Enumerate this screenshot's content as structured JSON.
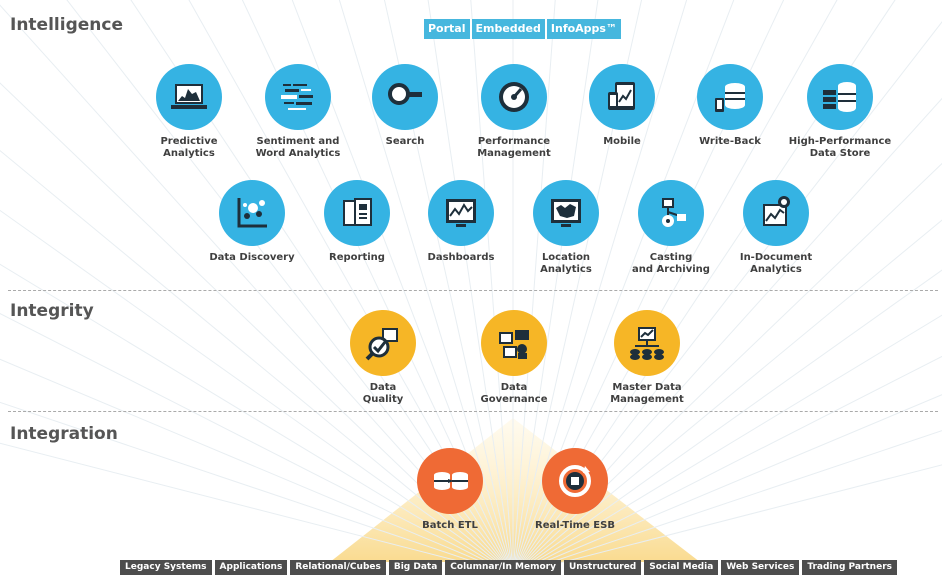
{
  "sections": {
    "intelligence": "Intelligence",
    "integrity": "Integrity",
    "integration": "Integration"
  },
  "tabs": [
    "Portal",
    "Embedded",
    "InfoApps™"
  ],
  "intelligence_row1": [
    {
      "label1": "Predictive",
      "label2": "Analytics",
      "icon": "laptop-chart-icon"
    },
    {
      "label1": "Sentiment and",
      "label2": "Word Analytics",
      "icon": "word-cloud-icon"
    },
    {
      "label1": "Search",
      "label2": "",
      "icon": "magnifier-icon"
    },
    {
      "label1": "Performance",
      "label2": "Management",
      "icon": "gauge-icon"
    },
    {
      "label1": "Mobile",
      "label2": "",
      "icon": "mobile-devices-icon"
    },
    {
      "label1": "Write-Back",
      "label2": "",
      "icon": "database-write-icon"
    },
    {
      "label1": "High-Performance",
      "label2": "Data Store",
      "icon": "server-stack-icon"
    }
  ],
  "intelligence_row2": [
    {
      "label1": "Data Discovery",
      "label2": "",
      "icon": "scatter-plot-icon"
    },
    {
      "label1": "Reporting",
      "label2": "",
      "icon": "report-pages-icon"
    },
    {
      "label1": "Dashboards",
      "label2": "",
      "icon": "dashboard-screen-icon"
    },
    {
      "label1": "Location",
      "label2": "Analytics",
      "icon": "map-screen-icon"
    },
    {
      "label1": "Casting",
      "label2": "and Archiving",
      "icon": "broadcast-archive-icon"
    },
    {
      "label1": "In-Document",
      "label2": "Analytics",
      "icon": "document-chart-icon"
    }
  ],
  "integrity": [
    {
      "label1": "Data",
      "label2": "Quality",
      "icon": "quality-check-icon"
    },
    {
      "label1": "Data",
      "label2": "Governance",
      "icon": "governance-icon"
    },
    {
      "label1": "Master Data",
      "label2": "Management",
      "icon": "master-data-icon"
    }
  ],
  "integration": [
    {
      "label1": "Batch ETL",
      "label2": "",
      "icon": "batch-etl-icon"
    },
    {
      "label1": "Real-Time ESB",
      "label2": "",
      "icon": "realtime-esb-icon"
    }
  ],
  "sources": [
    "Legacy Systems",
    "Applications",
    "Relational/Cubes",
    "Big Data",
    "Columnar/In Memory",
    "Unstructured",
    "Social Media",
    "Web Services",
    "Trading Partners"
  ],
  "colors": {
    "blue": "#35b3e3",
    "yellow": "#f6b626",
    "orange": "#ef6a35",
    "tab": "#46b7de",
    "source": "#4d4d4d"
  }
}
